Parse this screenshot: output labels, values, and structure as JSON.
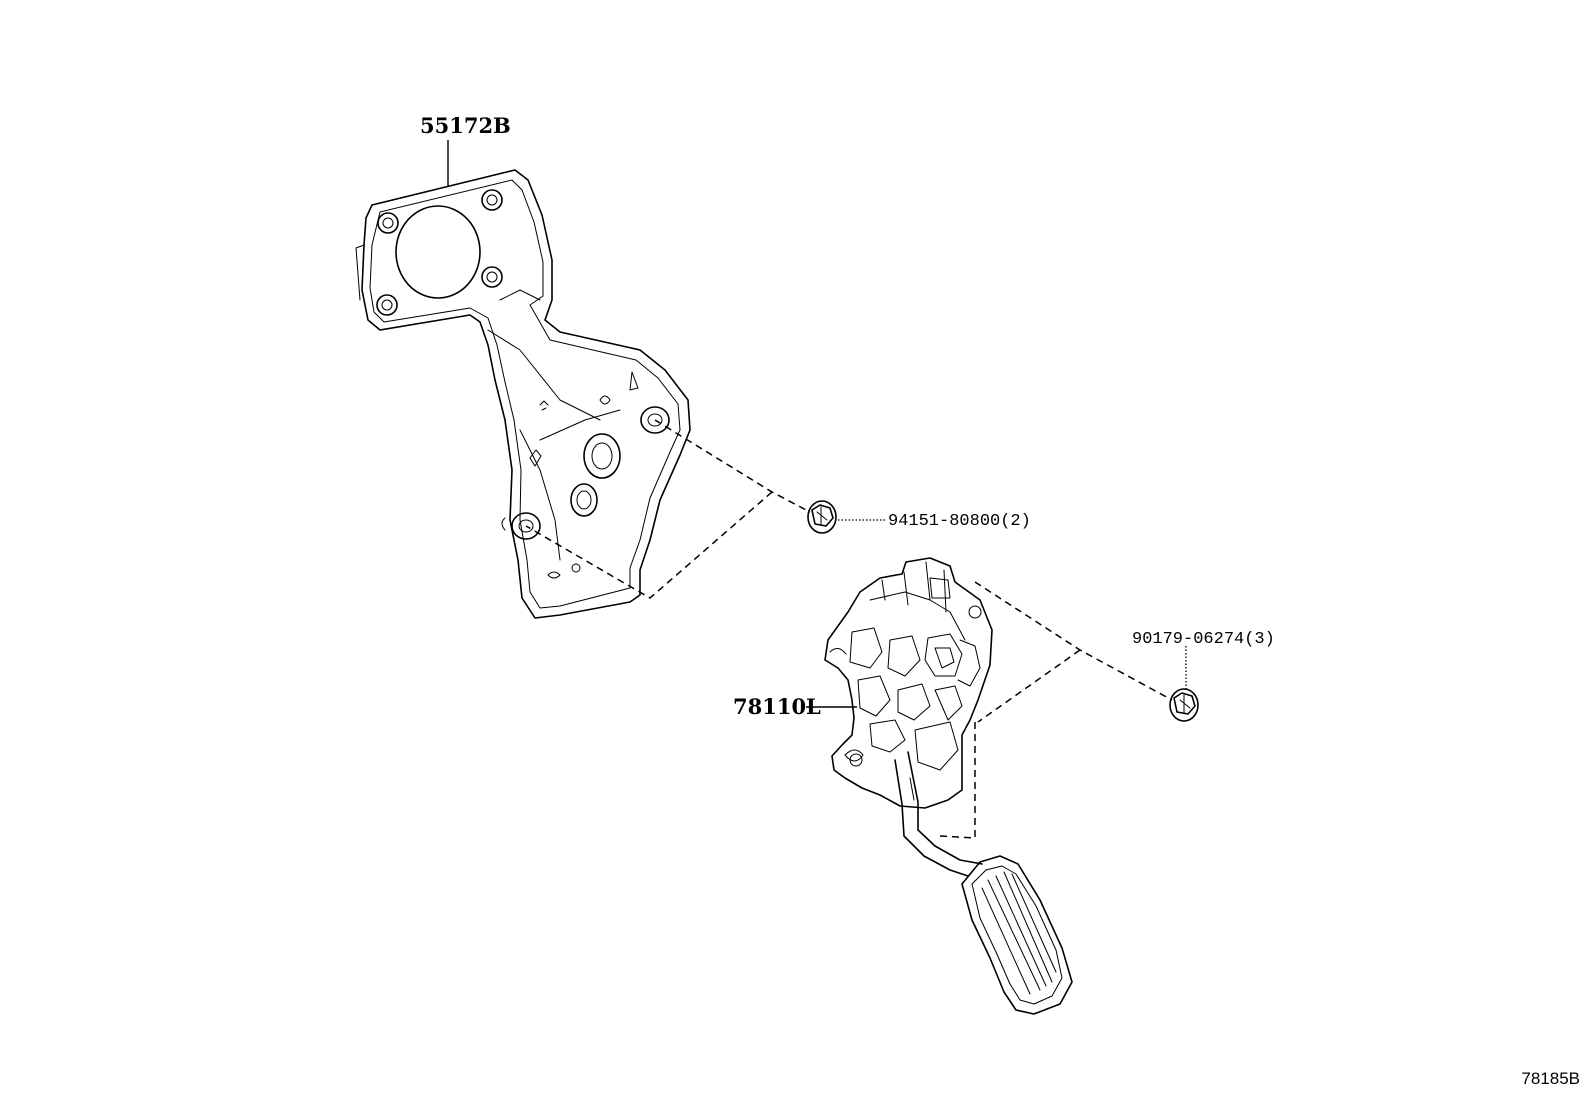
{
  "callouts": {
    "bracket": "55172B",
    "bracket_nut": "94151-80800(2)",
    "pedal_nut": "90179-06274(3)",
    "pedal_assembly": "78110L"
  },
  "diagram_id": "78185B"
}
